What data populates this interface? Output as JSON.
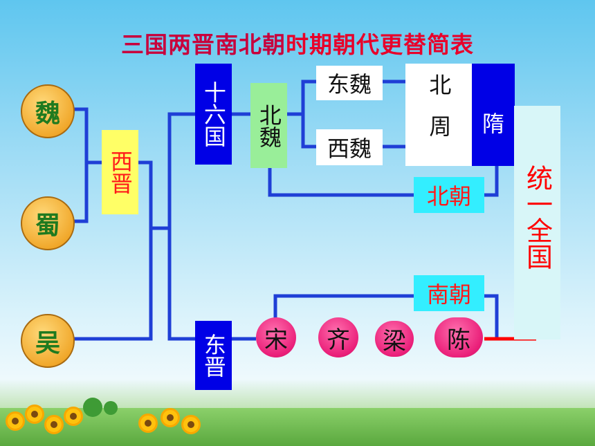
{
  "title": {
    "part1": "三国两晋南北朝",
    "part2": "时期朝代更替简表"
  },
  "kingdoms": {
    "wei": "魏",
    "shu": "蜀",
    "wu": "吴"
  },
  "xijin": "西晋",
  "shiliuguo": "十六国",
  "beiwei": "北魏",
  "dongwei": "东魏",
  "xiwei": "西魏",
  "beizhou": "北周",
  "sui": "隋",
  "beichao": "北朝",
  "nanchao": "南朝",
  "dongjin": "东晋",
  "southern": {
    "song": "宋",
    "qi": "齐",
    "liang": "梁",
    "chen": "陈"
  },
  "tongyi": "统一全国",
  "colors": {
    "title": "#e8002a",
    "line": "#1f3fd6",
    "yellow": "#ffff66",
    "blue": "#0000e6",
    "green": "#99ee99",
    "cyan": "#33eeff",
    "red": "#ff0000"
  }
}
